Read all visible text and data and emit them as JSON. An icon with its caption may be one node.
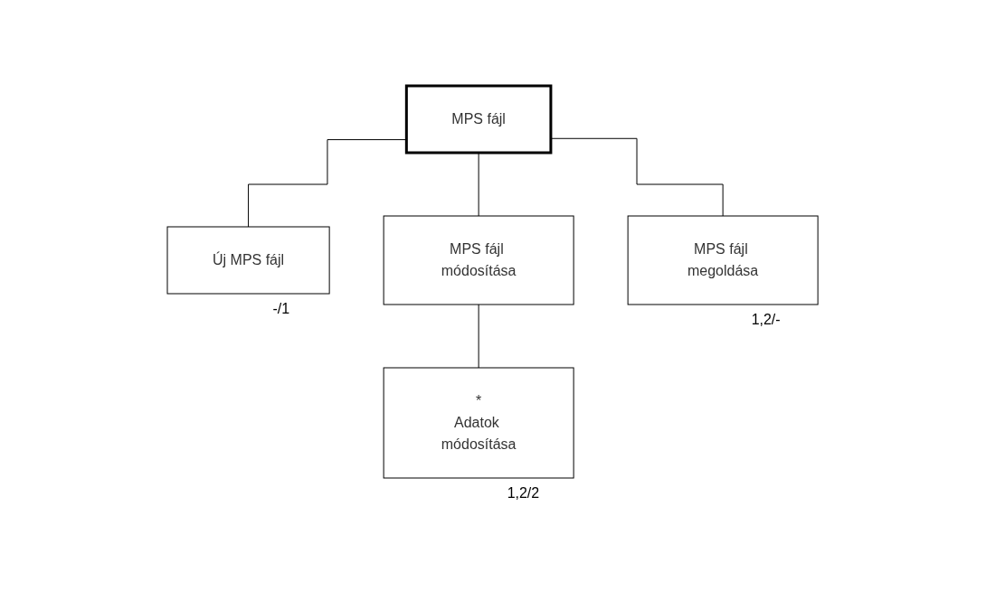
{
  "diagram": {
    "nodes": [
      {
        "text": [
          "MPS fájl"
        ]
      },
      {
        "text": [
          "Új MPS fájl"
        ],
        "beside": [
          "-/1"
        ]
      },
      {
        "text": [
          "MPS fájl módosítása"
        ]
      },
      {
        "text": [
          "MPS fájl megoldása"
        ],
        "beside": [
          "1,2/-"
        ]
      },
      {
        "text": [
          "*",
          "Adatok módosítása"
        ],
        "beside": [
          "1,2/2"
        ]
      }
    ],
    "edges": [
      {
        "from": 0,
        "to": 1,
        "arrow": "none"
      },
      {
        "from": 0,
        "to": 2,
        "arrow": "none"
      },
      {
        "from": 0,
        "to": 3,
        "arrow": "none"
      },
      {
        "from": 2,
        "to": 4,
        "arrow": "none"
      }
    ]
  }
}
